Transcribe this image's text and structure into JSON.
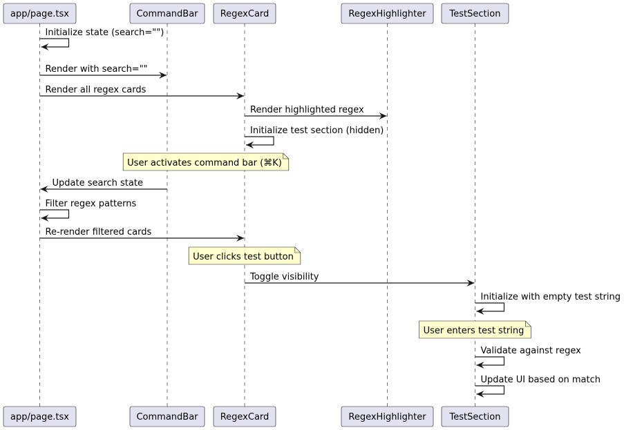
{
  "participants": [
    {
      "id": "page",
      "label": "app/page.tsx"
    },
    {
      "id": "cmd",
      "label": "CommandBar"
    },
    {
      "id": "card",
      "label": "RegexCard"
    },
    {
      "id": "hl",
      "label": "RegexHighlighter"
    },
    {
      "id": "test",
      "label": "TestSection"
    }
  ],
  "events": [
    {
      "kind": "message",
      "from": "page",
      "to": "page",
      "label": "Initialize state (search=\"\")"
    },
    {
      "kind": "message",
      "from": "page",
      "to": "cmd",
      "label": "Render with search=\"\""
    },
    {
      "kind": "message",
      "from": "page",
      "to": "card",
      "label": "Render all regex cards"
    },
    {
      "kind": "message",
      "from": "card",
      "to": "hl",
      "label": "Render highlighted regex"
    },
    {
      "kind": "message",
      "from": "card",
      "to": "card",
      "label": "Initialize test section (hidden)"
    },
    {
      "kind": "note",
      "over": [
        "cmd",
        "card"
      ],
      "label": "User activates command bar (⌘K)"
    },
    {
      "kind": "message",
      "from": "cmd",
      "to": "page",
      "label": "Update search state"
    },
    {
      "kind": "message",
      "from": "page",
      "to": "page",
      "label": "Filter regex patterns"
    },
    {
      "kind": "message",
      "from": "page",
      "to": "card",
      "label": "Re-render filtered cards"
    },
    {
      "kind": "note",
      "over": [
        "card"
      ],
      "label": "User clicks test button"
    },
    {
      "kind": "message",
      "from": "card",
      "to": "test",
      "label": "Toggle visibility"
    },
    {
      "kind": "message",
      "from": "test",
      "to": "test",
      "label": "Initialize with empty test string"
    },
    {
      "kind": "note",
      "over": [
        "test"
      ],
      "label": "User enters test string"
    },
    {
      "kind": "message",
      "from": "test",
      "to": "test",
      "label": "Validate against regex"
    },
    {
      "kind": "message",
      "from": "test",
      "to": "test",
      "label": "Update UI based on match"
    }
  ],
  "colors": {
    "participant_fill": "#e2e2f0",
    "participant_border": "#181818",
    "note_fill": "#fefece",
    "line": "#181818"
  }
}
